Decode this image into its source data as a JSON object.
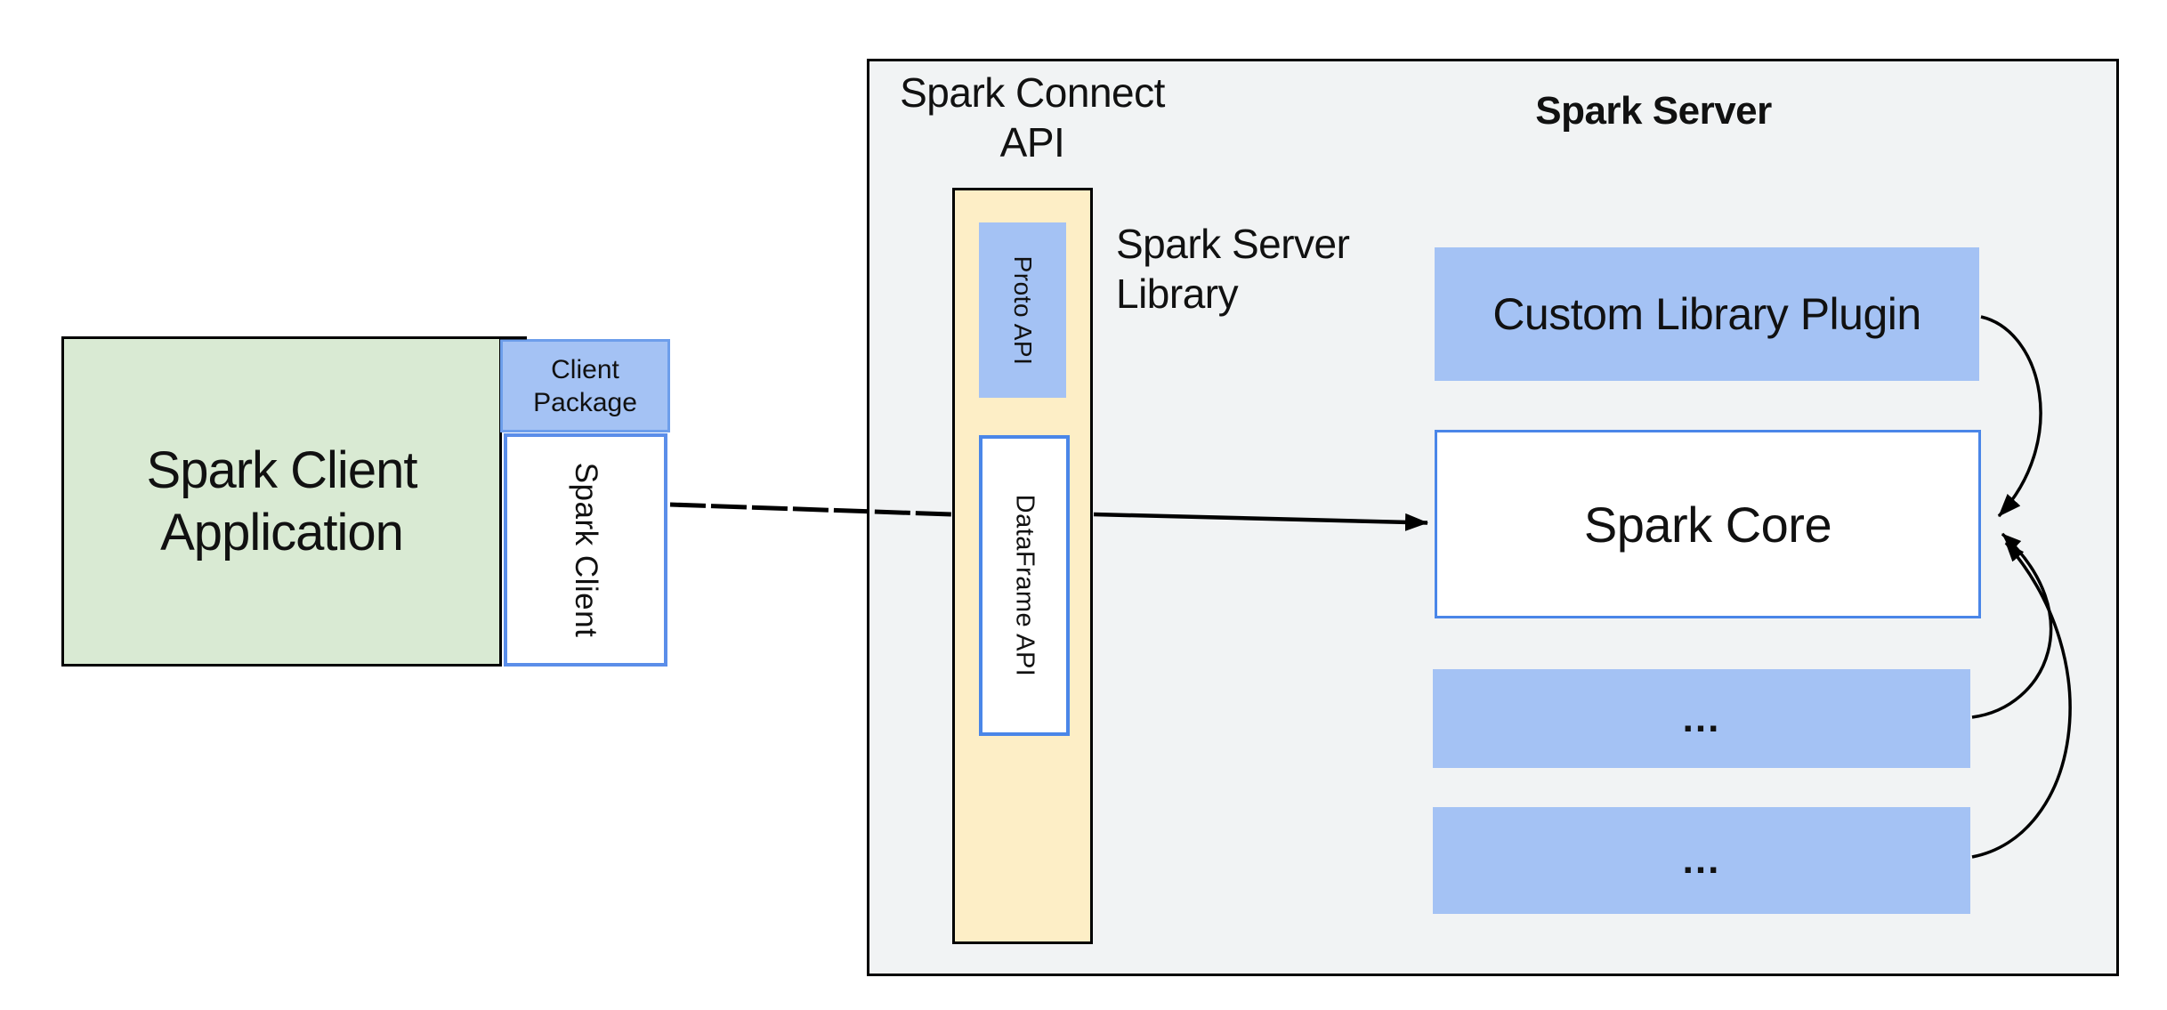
{
  "diagram": {
    "client": {
      "app_label": "Spark Client Application",
      "package_label": "Client Package",
      "client_label": "Spark Client"
    },
    "connect_api": {
      "title": "Spark Connect API",
      "library_label": "Spark Server Library",
      "proto_label": "Proto API",
      "dataframe_label": "DataFrame API"
    },
    "server": {
      "title": "Spark Server",
      "plugin_label": "Custom Library Plugin",
      "core_label": "Spark Core",
      "placeholder_1": "...",
      "placeholder_2": "..."
    },
    "connections": [
      {
        "from": "Spark Client",
        "to": "Spark Connect API column",
        "style": "dashed line"
      },
      {
        "from": "Spark Connect API column",
        "to": "Spark Core",
        "style": "solid arrow"
      },
      {
        "from": "Custom Library Plugin",
        "to": "Spark Core",
        "style": "curved arrow"
      },
      {
        "from": "placeholder box 1",
        "to": "Spark Core",
        "style": "curved arrow"
      },
      {
        "from": "placeholder box 2",
        "to": "Spark Core",
        "style": "curved arrow"
      }
    ],
    "colors": {
      "client_fill": "#d9ead3",
      "accent_blue_fill": "#a4c2f4",
      "api_column_fill": "#fdeec6",
      "server_panel_fill": "#f1f3f4",
      "blue_border": "#4a86e8",
      "package_border": "#6d9eeb",
      "container_border": "#000000",
      "arrow_color": "#000000",
      "text_color": "#111111"
    }
  }
}
